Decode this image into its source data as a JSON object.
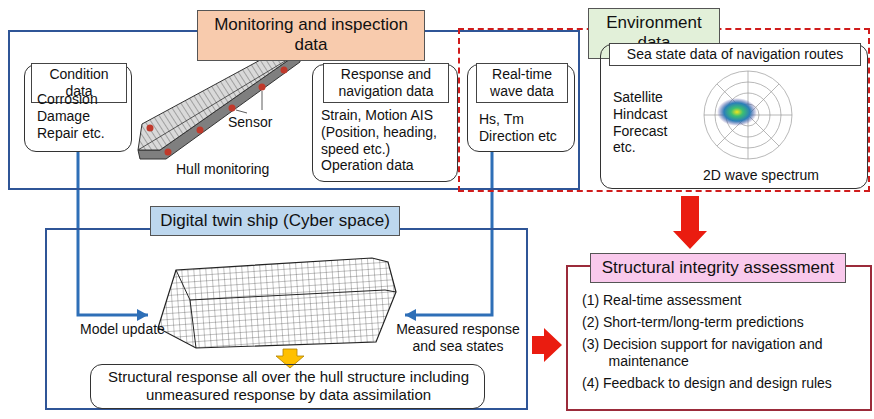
{
  "diagram": {
    "nodes": [
      {
        "text": [
          "Monitoring and inspection data"
        ]
      },
      {
        "text": [
          "Condition data",
          "Corrosion Damage Repair etc."
        ],
        "in": 0
      },
      {
        "text": [
          "Response and navigation data",
          "Strain, Motion AIS (Position, heading, speed etc.) Operation data"
        ],
        "in": 0
      },
      {
        "text": [
          "Real-time wave data",
          "Hs, Tm Direction etc"
        ],
        "in": 0
      },
      {
        "text": [
          "Environment data"
        ]
      },
      {
        "text": [
          "Sea state data of navigation routes",
          "Satellite Hindcast Forecast etc.",
          "2D wave spectrum"
        ],
        "in": 4
      },
      {
        "text": [
          "Digital twin ship (Cyber space)"
        ]
      },
      {
        "text": [
          "Structural response all over the hull structure including unmeasured response by data assimilation"
        ],
        "in": 6
      },
      {
        "text": [
          "Structural integrity assessment",
          "(1) Real-time assessment",
          "(2) Short-term/long-term predictions",
          "(3) Decision support for navigation and maintenance",
          "(4) Feedback to design and design rules"
        ]
      }
    ],
    "edges": [
      {
        "from": 1,
        "to": 6,
        "arrow": "to"
      },
      {
        "from": 3,
        "to": 6,
        "arrow": "to"
      },
      {
        "from": 4,
        "to": 8,
        "arrow": "to"
      },
      {
        "from": 6,
        "to": 8,
        "arrow": "to"
      }
    ],
    "labels": [
      "Sensor",
      "Hull monitoring",
      "Model update",
      "Measured response and sea states"
    ]
  }
}
